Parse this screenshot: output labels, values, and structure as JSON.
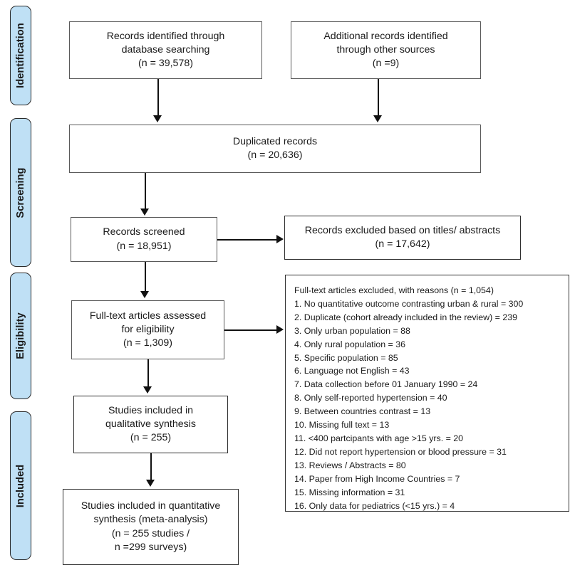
{
  "diagram": {
    "type": "prisma-flow-diagram",
    "title": "PRISMA study selection flow diagram"
  },
  "stages": [
    {
      "id": "identification",
      "label": "Identification"
    },
    {
      "id": "screening",
      "label": "Screening"
    },
    {
      "id": "eligibility",
      "label": "Eligibility"
    },
    {
      "id": "included",
      "label": "Included"
    }
  ],
  "boxes": {
    "records_identified": {
      "line1": "Records identified through",
      "line2": "database searching",
      "line3": "(n = 39,578)"
    },
    "additional_records": {
      "line1": "Additional records identified",
      "line2": "through other sources",
      "line3": "(n =9)"
    },
    "duplicated_records": {
      "line1": "Duplicated records",
      "line2": "(n = 20,636)"
    },
    "records_screened": {
      "line1": "Records screened",
      "line2": "(n = 18,951)"
    },
    "records_excluded": {
      "line1": "Records excluded based on titles/ abstracts",
      "line2": "(n = 17,642)"
    },
    "fulltext_assessed": {
      "line1": "Full-text articles assessed",
      "line2": "for eligibility",
      "line3": "(n = 1,309)"
    },
    "qualitative_synthesis": {
      "line1": "Studies included in",
      "line2": "qualitative synthesis",
      "line3": "(n = 255)"
    },
    "quantitative_synthesis": {
      "line1": "Studies included in quantitative",
      "line2": "synthesis (meta-analysis)",
      "line3": "(n = 255 studies /",
      "line4": "n =299 surveys)"
    }
  },
  "exclusions": {
    "header": "Full-text articles excluded, with reasons (n = 1,054)",
    "items": [
      "1. No quantitative outcome contrasting urban & rural = 300",
      "2. Duplicate (cohort already included in the review) = 239",
      "3. Only urban population = 88",
      "4. Only rural population = 36",
      "5. Specific population = 85",
      "6. Language not English = 43",
      "7. Data collection before 01 January 1990 = 24",
      "8. Only self-reported hypertension = 40",
      "9. Between countries contrast = 13",
      "10. Missing full text = 13",
      "11. <400 partcipants with age >15 yrs. = 20",
      "12. Did not report hypertension or blood pressure = 31",
      "13. Reviews / Abstracts = 80",
      "14. Paper from High Income Countries = 7",
      "15. Missing information = 31",
      "16. Only data for pediatrics (<15 yrs.) = 4"
    ]
  },
  "colors": {
    "stage_pill_fill": "#bfe0f5",
    "stage_pill_border": "#2a2a2a",
    "box_border": "#595959",
    "connector": "#111111",
    "text": "#1a1a1a",
    "background": "#ffffff"
  }
}
